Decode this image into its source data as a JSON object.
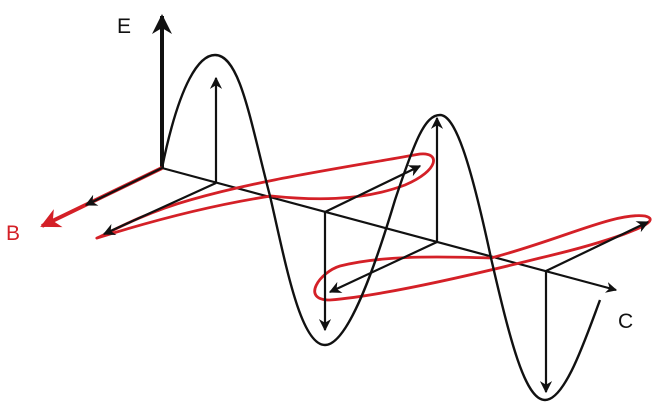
{
  "labels": {
    "electric_field": "E",
    "magnetic_field": "B",
    "propagation": "C"
  },
  "colors": {
    "electric": "#111111",
    "magnetic": "#d42027",
    "axis": "#111111",
    "background": "#ffffff"
  }
}
